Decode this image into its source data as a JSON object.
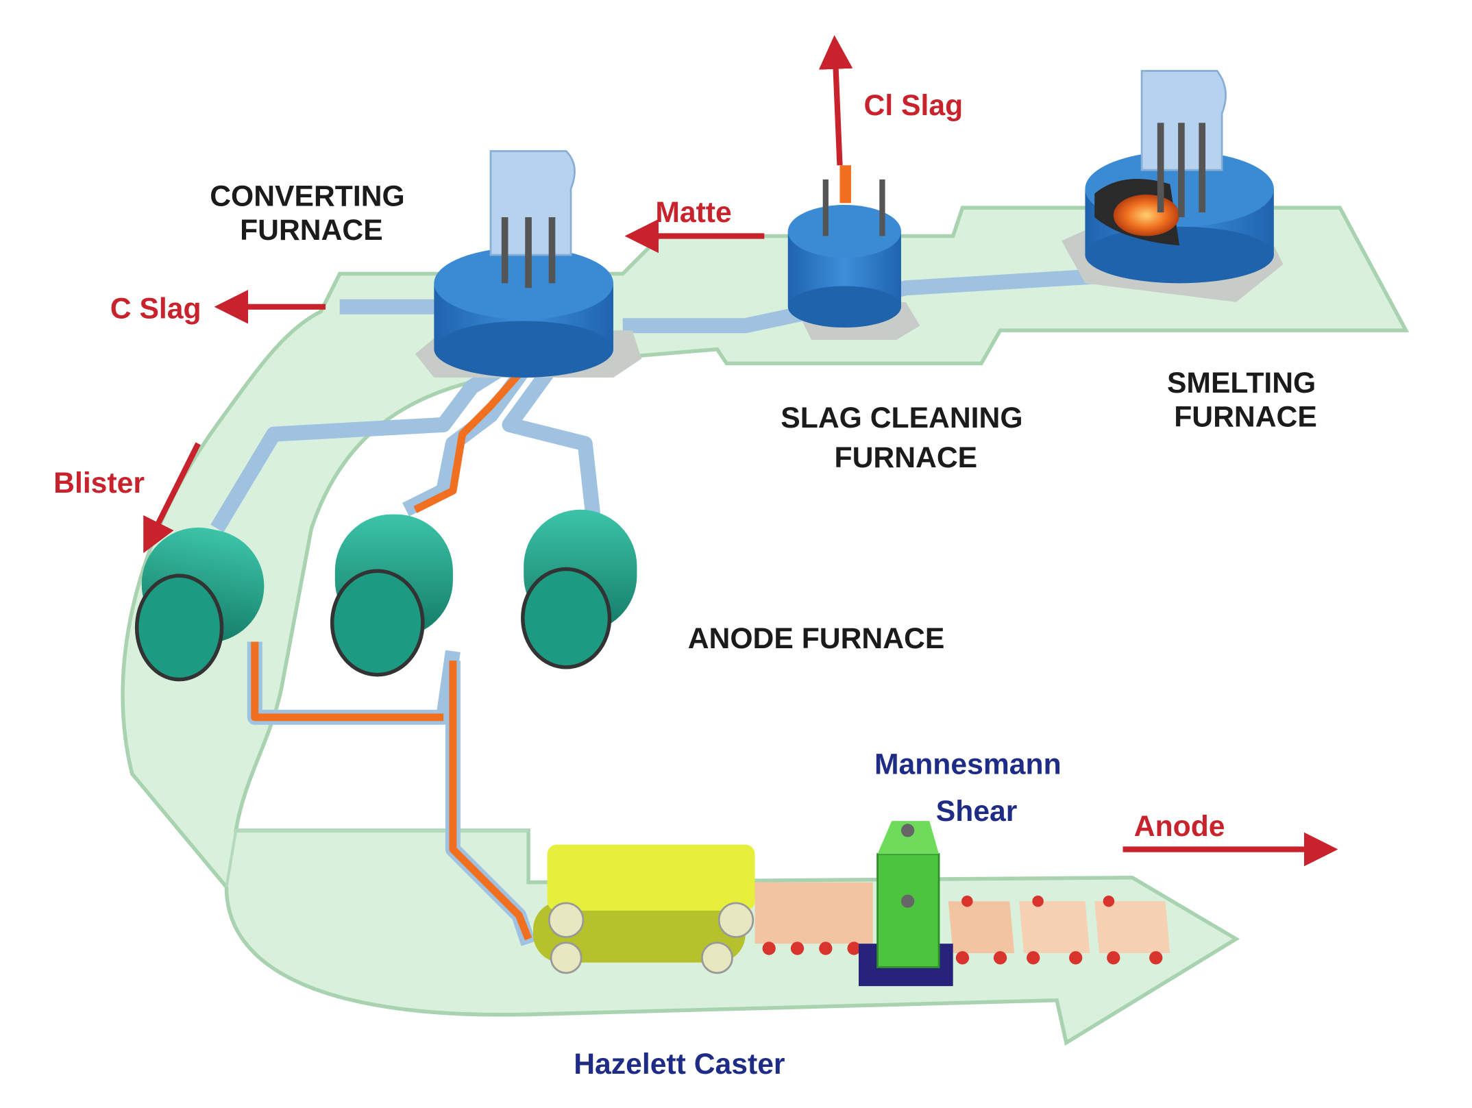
{
  "title": "Copper smelting process flow",
  "labels": {
    "converting_furnace": [
      "CONVERTING",
      "FURNACE"
    ],
    "slag_cleaning_furnace": [
      "SLAG CLEANING",
      "FURNACE"
    ],
    "smelting_furnace": [
      "SMELTING",
      "FURNACE"
    ],
    "anode_furnace": "ANODE FURNACE",
    "mannesmann_shear": [
      "Mannesmann",
      "Shear"
    ],
    "hazelett_caster": "Hazelett Caster"
  },
  "flows": {
    "c_slag": "C Slag",
    "matte": "Matte",
    "cl_slag": "Cl Slag",
    "blister": "Blister",
    "anode": "Anode"
  },
  "colors": {
    "platform": "#d9f0dd",
    "furnace_blue": "#2f7fc9",
    "anode_green": "#1fa08a",
    "molten": "#f07020",
    "caster_yellow": "#e6ef3c",
    "shear_green": "#49c43c",
    "flow_red": "#c8232c",
    "equipment_label_blue": "#1f2c86"
  }
}
